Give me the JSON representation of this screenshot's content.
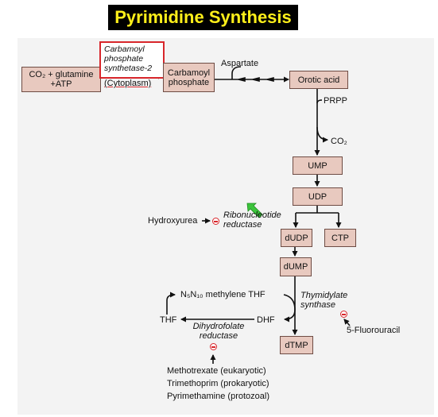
{
  "title": "Pyrimidine Synthesis",
  "nodes": {
    "substrates": "CO₂ + glutamine +ATP",
    "carbamoyl_phosphate": "Carbamoyl phosphate",
    "orotic_acid": "Orotic acid",
    "ump": "UMP",
    "udp": "UDP",
    "dudp": "dUDP",
    "ctp": "CTP",
    "dump": "dUMP",
    "dtmp": "dTMP"
  },
  "enzymes": {
    "cps2": "Carbamoyl phosphate synthetase-2",
    "cytoplasm": "(Cytoplasm)",
    "ribonucleotide_reductase": "Ribonucleotide reductase",
    "thymidylate_synthase": "Thymidylate synthase",
    "dihydrofolate_reductase": "Dihydrofolate reductase"
  },
  "labels": {
    "aspartate": "Aspartate",
    "prpp": "PRPP",
    "co2": "CO₂",
    "hydroxyurea": "Hydroxyurea",
    "methylene_thf": "N₅N₁₀ methylene THF",
    "thf": "THF",
    "dhf": "DHF",
    "fluorouracil": "5-Fluorouracil"
  },
  "drugs": [
    "Methotrexate (eukaryotic)",
    "Trimethoprim (prokaryotic)",
    "Pyrimethamine (protozoal)"
  ],
  "colors": {
    "title_bg": "#000000",
    "title_text": "#ffef1a",
    "box_fill": "#e8c9bf",
    "highlight": "#d8262b",
    "pointer_arrow": "#3cc43c"
  },
  "icons": {
    "inhibitor": "minus-circle-icon",
    "pointer": "green-arrow-icon"
  }
}
